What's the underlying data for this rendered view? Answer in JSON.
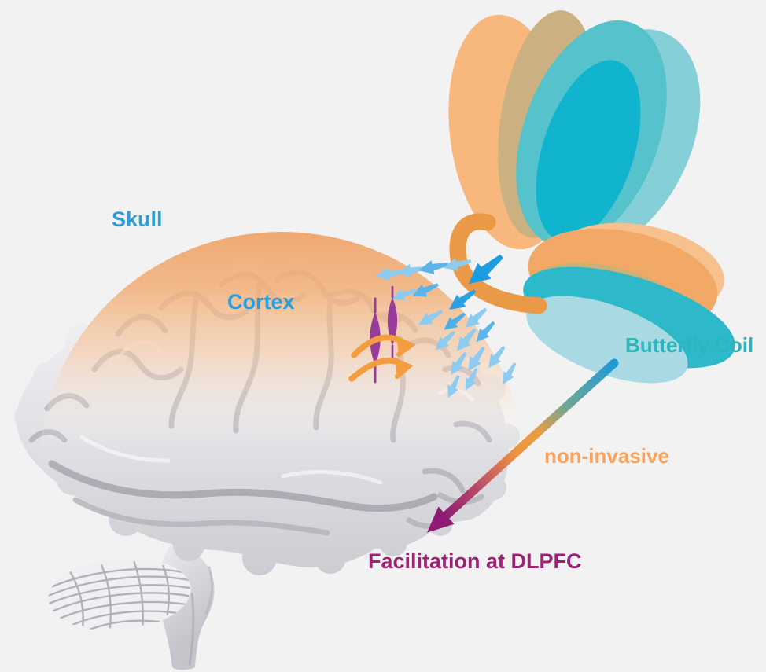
{
  "figure": {
    "description": "TMS butterfly coil stimulating brain cortex diagram"
  },
  "labels": {
    "skull": "Skull",
    "cortex": "Cortex",
    "butterfly_coil": "Butterfly Coil",
    "non_invasive": "non-invasive",
    "facilitation": "Facilitation at DLPFC"
  },
  "colors": {
    "background": "#f2f2f2",
    "label_skull": "#2d9ed8",
    "label_cortex": "#259fdd",
    "label_butterfly_coil": "#2bb5bc",
    "label_non_invasive": "#f8a35e",
    "label_facilitation": "#9c2274",
    "skull_tint": "#efa76e",
    "arrow_blue_dark": "#1d9ce2",
    "arrow_blue_mid": "#55b1e8",
    "arrow_blue_light": "#8ecbf1",
    "neuron_purple": "#993b98",
    "facilitation_arrow_orange": "#f49d3f",
    "butterfly_body_orange": "#ea9a46",
    "butterfly_orange": "#f8b77d",
    "butterfly_tan": "#cbb181",
    "butterfly_teal_light": "#85cfd6",
    "butterfly_teal": "#55c2cc",
    "butterfly_teal_dark": "#10b4cf",
    "gradient_arrow_start": "#1f99d6",
    "gradient_arrow_mid": "#f0953f",
    "gradient_arrow_end": "#8e1c72",
    "brain_gray": "#dcdcdf"
  }
}
